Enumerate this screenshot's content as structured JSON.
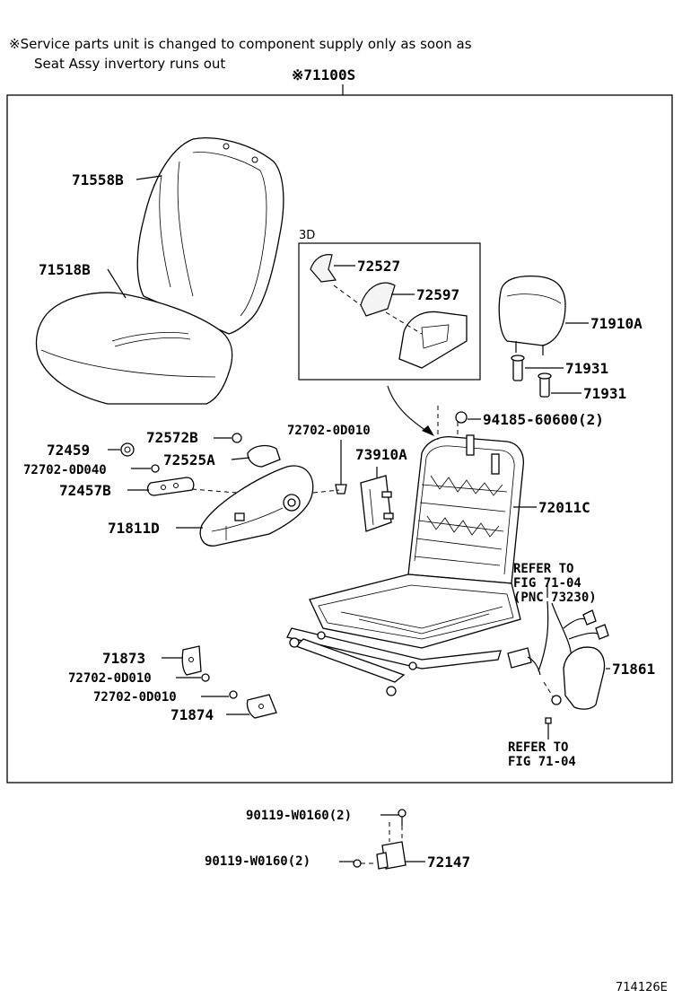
{
  "note": {
    "line1": "※Service parts unit is changed to component supply only as soon as",
    "line2": "Seat Assy invertory runs out"
  },
  "assembly_label": "※71100S",
  "inset_label": "3D",
  "parts": {
    "p71558B": "71558B",
    "p71518B": "71518B",
    "p72527": "72527",
    "p72597": "72597",
    "p71910A": "71910A",
    "p71931a": "71931",
    "p71931b": "71931",
    "p94185": "94185-60600(2)",
    "p72459": "72459",
    "p72572B": "72572B",
    "p72702_0D010_top": "72702-0D010",
    "p72702_0D040": "72702-0D040",
    "p72525A": "72525A",
    "p73910A": "73910A",
    "p72457B": "72457B",
    "p72011C": "72011C",
    "p71811D": "71811D",
    "p71873": "71873",
    "p72702_0D010_mid": "72702-0D010",
    "p72702_0D010_low": "72702-0D010",
    "p71874": "71874",
    "p71861": "71861",
    "p90119_a": "90119-W0160(2)",
    "p90119_b": "90119-W0160(2)",
    "p72147": "72147"
  },
  "refs": {
    "ref1_line1": "REFER TO",
    "ref1_line2": "FIG 71-04",
    "ref1_line3": "(PNC 73230)",
    "ref2_line1": "REFER TO",
    "ref2_line2": "FIG 71-04"
  },
  "figure_id": "714126E"
}
